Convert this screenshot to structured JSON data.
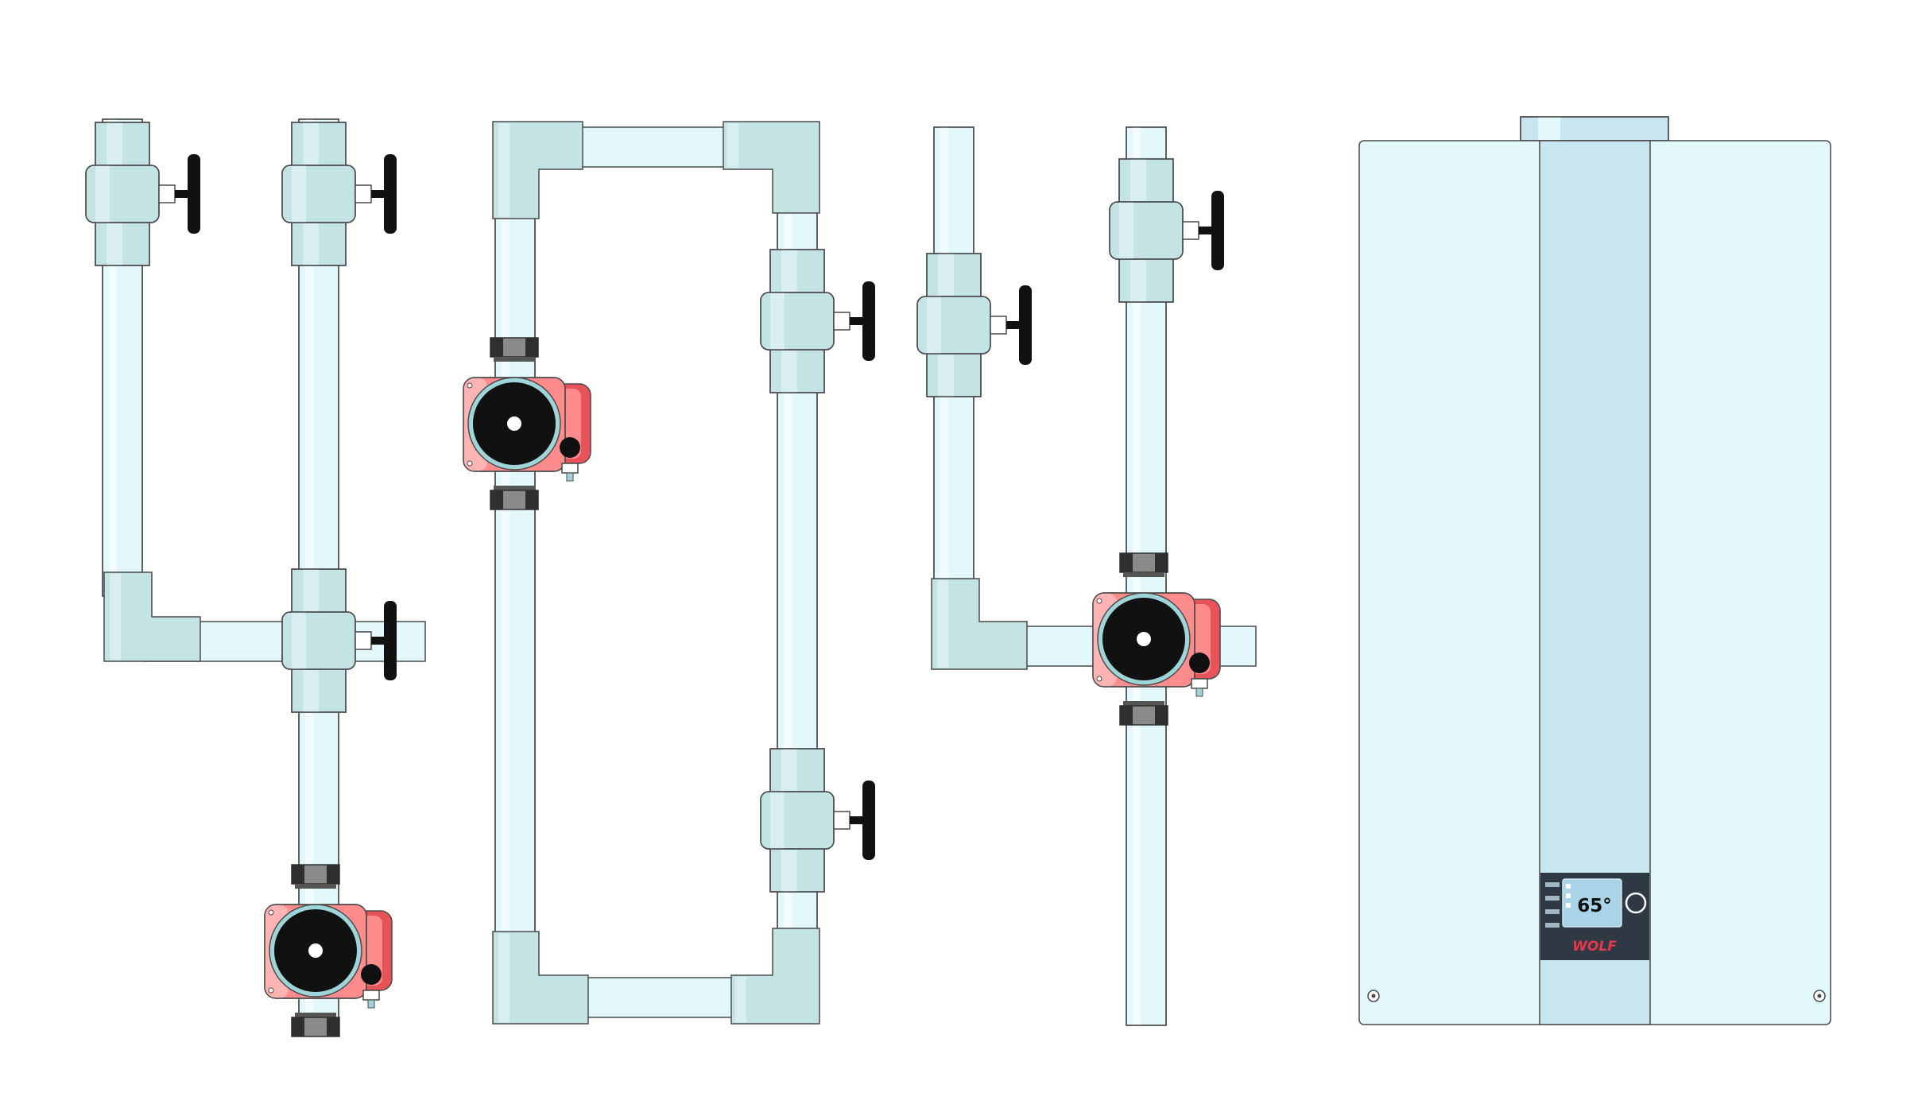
{
  "colors": {
    "pipe_light": "#e3f8fb",
    "pipe_fitting": "#c4e3e5",
    "pipe_fitting_shade": "#d9eef0",
    "outline": "#4a4a4a",
    "valve_handle": "#111111",
    "pump_body": "#ff8c8c",
    "pump_body_dark": "#e8535a",
    "pump_motor": "#111111",
    "pump_ring": "#9fd5d8",
    "nut_dark": "#2f2f2f",
    "nut_mid": "#8a8a8a",
    "boiler_body": "#e3f8fb",
    "boiler_stripe": "#c8e6ef",
    "panel_bg": "#2f3944",
    "screen_bg": "#a9d4e8"
  },
  "components": {
    "boiler": {
      "icon": "wall-mounted-boiler"
    },
    "valve": {
      "icon": "ball-valve"
    },
    "pump": {
      "icon": "circulation-pump"
    }
  },
  "boiler_panel": {
    "temperature": "65°",
    "brand": "WOLF"
  }
}
